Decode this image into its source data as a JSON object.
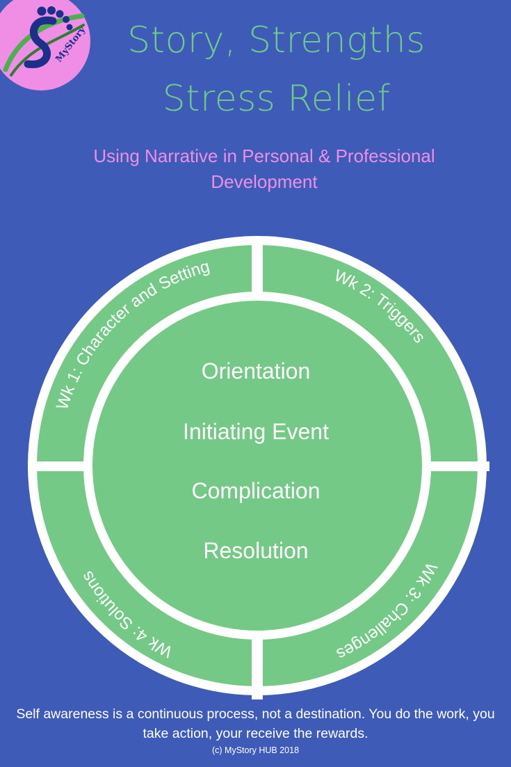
{
  "header": {
    "logo_text": "MyStory",
    "title_line1": "Story, Strengths",
    "title_line2": "Stress Relief",
    "subtitle": "Using Narrative in Personal & Professional Development"
  },
  "wheel": {
    "center_items": [
      "Orientation",
      "Initiating Event",
      "Complication",
      "Resolution"
    ],
    "weeks": [
      {
        "label": "Wk 1:   Character  and Setting"
      },
      {
        "label": "Wk 2:    Triggers"
      },
      {
        "label": "Wk 3:   Challenges"
      },
      {
        "label": "Wk 4:   Solutions"
      }
    ]
  },
  "footer": {
    "quote": "Self awareness is a continuous process, not a destination. You do the work, you take action, your receive the rewards.",
    "copyright": "(c) MyStory HUB 2018"
  },
  "colors": {
    "background": "#3d5bb7",
    "green": "#75c987",
    "title_green": "#6fc98b",
    "pink": "#ee8fe6",
    "white": "#ffffff"
  }
}
